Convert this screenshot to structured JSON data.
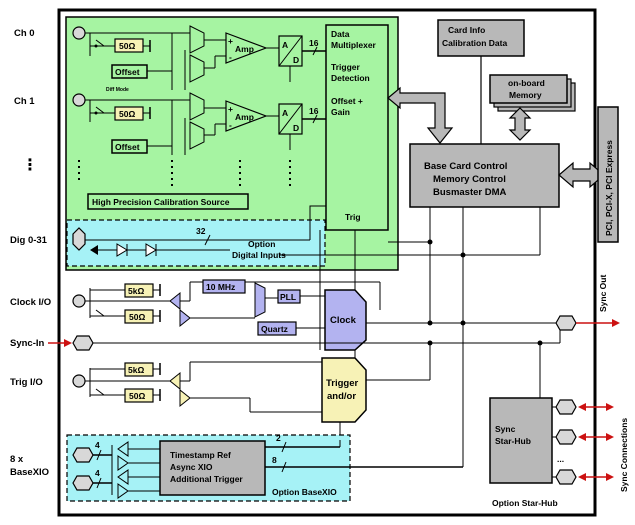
{
  "colors": {
    "green_area": "#a6f4a2",
    "cyan_area": "#a6f2f6",
    "grey_block": "#b8b8b8",
    "lavender": "#b3b3f0",
    "tan": "#f7f2b6",
    "red_arrow": "#cc1111"
  },
  "left_labels": {
    "ch0": "Ch 0",
    "ch1": "Ch 1",
    "dots": "⋮",
    "dig": "Dig 0-31",
    "clock": "Clock I/O",
    "syncin": "Sync-In",
    "trig": "Trig I/O",
    "basexio_1": "8 x",
    "basexio_2": "BaseXIO"
  },
  "analog": {
    "resistor": "50Ω",
    "offset": "Offset",
    "diff_mode": "Diff Mode",
    "amp": "Amp",
    "plus": "+",
    "minus": "-",
    "adc_a": "A",
    "adc_d": "D",
    "bits": "16",
    "calibration_source": "High Precision Calibration Source"
  },
  "multiplexer": {
    "line1": "Data",
    "line2": "Multiplexer",
    "line3": "Trigger",
    "line4": "Detection",
    "line5": "Offset +",
    "line6": "Gain",
    "line7": "Trig"
  },
  "digital": {
    "bits": "32",
    "option_line1": "Option",
    "option_line2": "Digital Inputs"
  },
  "card_info": {
    "line1": "Card Info",
    "line2": "Calibration Data"
  },
  "memory": {
    "line1": "on-board",
    "line2": "Memory"
  },
  "base_control": {
    "line1": "Base Card Control",
    "line2": "Memory Control",
    "line3": "Busmaster DMA"
  },
  "bus": "PCI, PCI-X, PCI Express",
  "clock_section": {
    "r5k": "5kΩ",
    "r50": "50Ω",
    "mhz": "10 MHz",
    "pll": "PLL",
    "quartz": "Quartz",
    "clock": "Clock"
  },
  "trigger_section": {
    "r5k": "5kΩ",
    "r50": "50Ω",
    "line1": "Trigger",
    "line2": "and/or"
  },
  "basexio_section": {
    "bus4a": "4",
    "bus4b": "4",
    "line1": "Timestamp Ref",
    "line2": "Async XIO",
    "line3": "Additional Trigger",
    "bus2": "2",
    "bus8": "8",
    "option": "Option BaseXIO"
  },
  "sync_out": "Sync Out",
  "star_hub": {
    "line1": "Sync",
    "line2": "Star-Hub",
    "dots": "...",
    "option": "Option Star-Hub",
    "connections": "Sync Connections"
  }
}
